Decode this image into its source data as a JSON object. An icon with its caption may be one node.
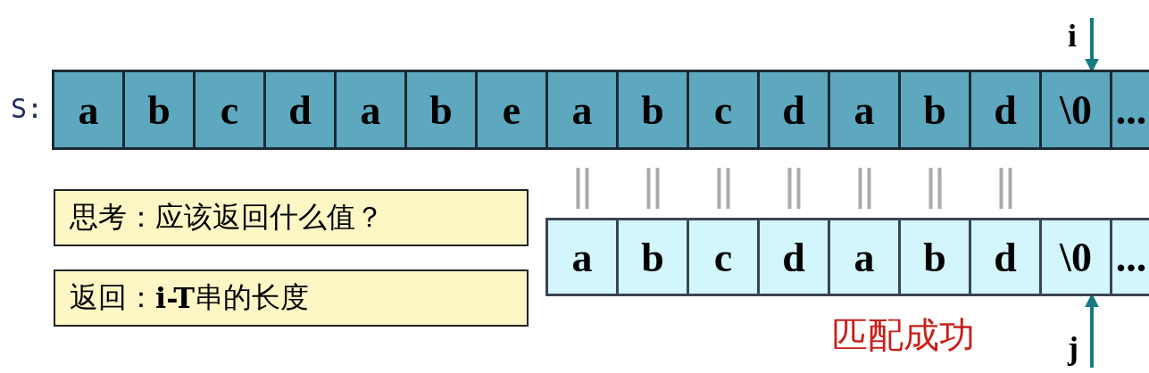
{
  "diagram": {
    "nodes": [
      {
        "text": [
          "a"
        ]
      },
      {
        "text": [
          "b"
        ]
      },
      {
        "text": [
          "c"
        ]
      },
      {
        "text": [
          "d"
        ]
      },
      {
        "text": [
          "a"
        ]
      },
      {
        "text": [
          "b"
        ]
      },
      {
        "text": [
          "e"
        ]
      },
      {
        "text": [
          "a"
        ]
      },
      {
        "text": [
          "b"
        ]
      },
      {
        "text": [
          "c"
        ]
      },
      {
        "text": [
          "d"
        ]
      },
      {
        "text": [
          "a"
        ]
      },
      {
        "text": [
          "b"
        ]
      },
      {
        "text": [
          "d"
        ]
      },
      {
        "text": [
          "\\0"
        ]
      },
      {
        "text": [
          "..."
        ]
      },
      {
        "text": [
          "a"
        ]
      },
      {
        "text": [
          "b"
        ]
      },
      {
        "text": [
          "c"
        ]
      },
      {
        "text": [
          "d"
        ]
      },
      {
        "text": [
          "a"
        ]
      },
      {
        "text": [
          "b"
        ]
      },
      {
        "text": [
          "d"
        ]
      },
      {
        "text": [
          "\\0"
        ]
      },
      {
        "text": [
          "..."
        ]
      },
      {
        "text": [
          "i"
        ]
      },
      {
        "text": [
          "j"
        ]
      },
      {
        "text": [
          "思考：应该返回什么值？"
        ]
      },
      {
        "text": [
          "返回：**i-T**串的长度"
        ]
      }
    ],
    "edges": [
      {
        "from": 25,
        "to": 14,
        "arrow": "to"
      },
      {
        "from": 26,
        "to": 23,
        "arrow": "to"
      }
    ],
    "labels": [
      "S:",
      "匹配成功"
    ]
  }
}
